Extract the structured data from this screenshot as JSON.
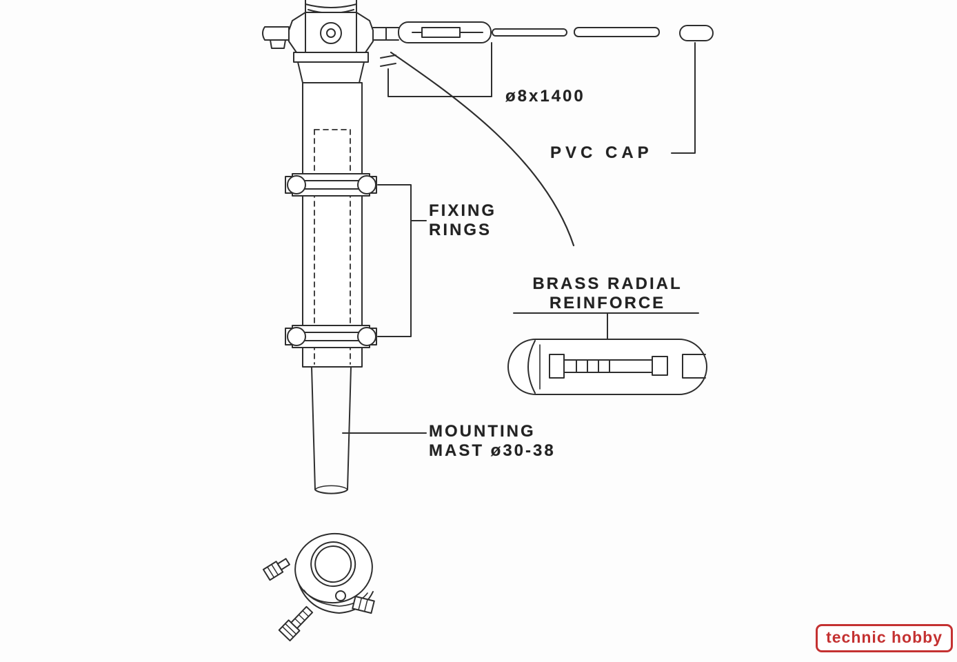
{
  "diagram": {
    "title_hint": "antenna mast mounting technical drawing",
    "labels": {
      "rod_dimension": "ø8x1400",
      "pvc_cap": "PVC CAP",
      "fixing_rings_line1": "FIXING",
      "fixing_rings_line2": "RINGS",
      "brass_line1": "BRASS RADIAL",
      "brass_line2": "REINFORCE",
      "mount_line1": "MOUNTING",
      "mount_line2": "MAST ø30-38"
    },
    "colors": {
      "ink": "#2e2e2e",
      "watermark_red": "#c43131",
      "paper": "#fdfdfd"
    },
    "watermark": "technic hobby"
  }
}
